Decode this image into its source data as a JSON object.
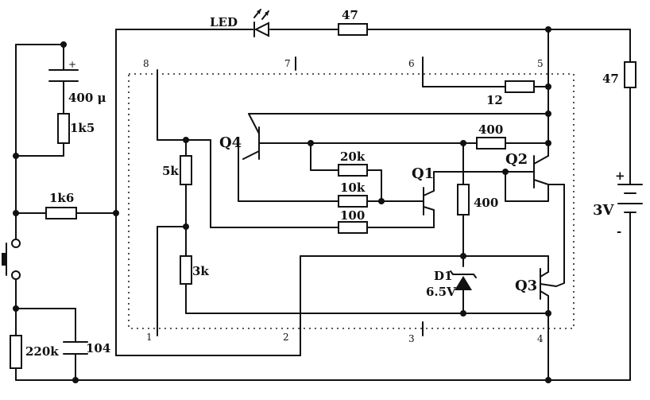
{
  "labels": {
    "led": "LED",
    "r_top": "47",
    "r_right": "47",
    "battery_v": "3V",
    "battery_plus": "+",
    "battery_minus": "-",
    "cap_400u": "400 μ",
    "cap_plus": "+",
    "r_1k5": "1k5",
    "r_1k6": "1k6",
    "r_220k": "220k",
    "cap_104": "104",
    "r_5k": "5k",
    "r_3k": "3k",
    "r_12": "12",
    "r_400_top": "400",
    "r_400_mid": "400",
    "r_20k": "20k",
    "r_10k": "10k",
    "r_100": "100",
    "q1": "Q1",
    "q2": "Q2",
    "q3": "Q3",
    "q4": "Q4",
    "d1": "D1",
    "d1_v": "6.5V",
    "pin1": "1",
    "pin2": "2",
    "pin3": "3",
    "pin4": "4",
    "pin5": "5",
    "pin6": "6",
    "pin7": "7",
    "pin8": "8"
  }
}
